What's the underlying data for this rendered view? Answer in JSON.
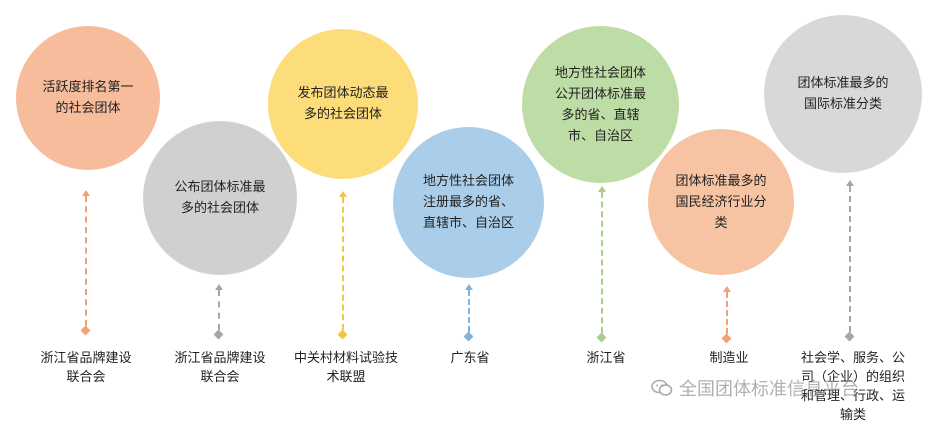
{
  "colors": {
    "orange": "#f7bc9c",
    "gray": "#d0d0d0",
    "yellow": "#fddc7a",
    "blue": "#aacde9",
    "green": "#bedda6",
    "orange_light": "#f6c4a2",
    "gray_light": "#d8d8d8"
  },
  "items": [
    {
      "question": "活跃度排名第一\n的社会团体",
      "answer": "浙江省品牌建设\n联合会",
      "color": "#f7bc9c",
      "line": "#f2a271"
    },
    {
      "question": "公布团体标准最\n多的社会团体",
      "answer": "浙江省品牌建设\n联合会",
      "color": "#d0d0d0",
      "line": "#a6a6a6"
    },
    {
      "question": "发布团体动态最\n多的社会团体",
      "answer": "中关村材料试验技\n术联盟",
      "color": "#fddc7a",
      "line": "#f5c24a"
    },
    {
      "question": "地方性社会团体\n注册最多的省、\n直辖市、自治区",
      "answer": "广东省",
      "color": "#aacde9",
      "line": "#7fb2dc"
    },
    {
      "question": "地方性社会团体\n公开团体标准最\n多的省、直辖\n市、自治区",
      "answer": "浙江省",
      "color": "#bedda6",
      "line": "#a7cf89"
    },
    {
      "question": "团体标准最多的\n国民经济行业分\n类",
      "answer": "制造业",
      "color": "#f6c4a2",
      "line": "#f2a271"
    },
    {
      "question": "团体标准最多的\n国际标准分类",
      "answer": "社会学、服务、公\n司（企业）的组织\n和管理、行政、运\n输类",
      "color": "#d8d8d8",
      "line": "#a6a6a6"
    }
  ],
  "watermark": "全国团体标准信息平台",
  "icons": {
    "watermark": "wechat-icon"
  }
}
